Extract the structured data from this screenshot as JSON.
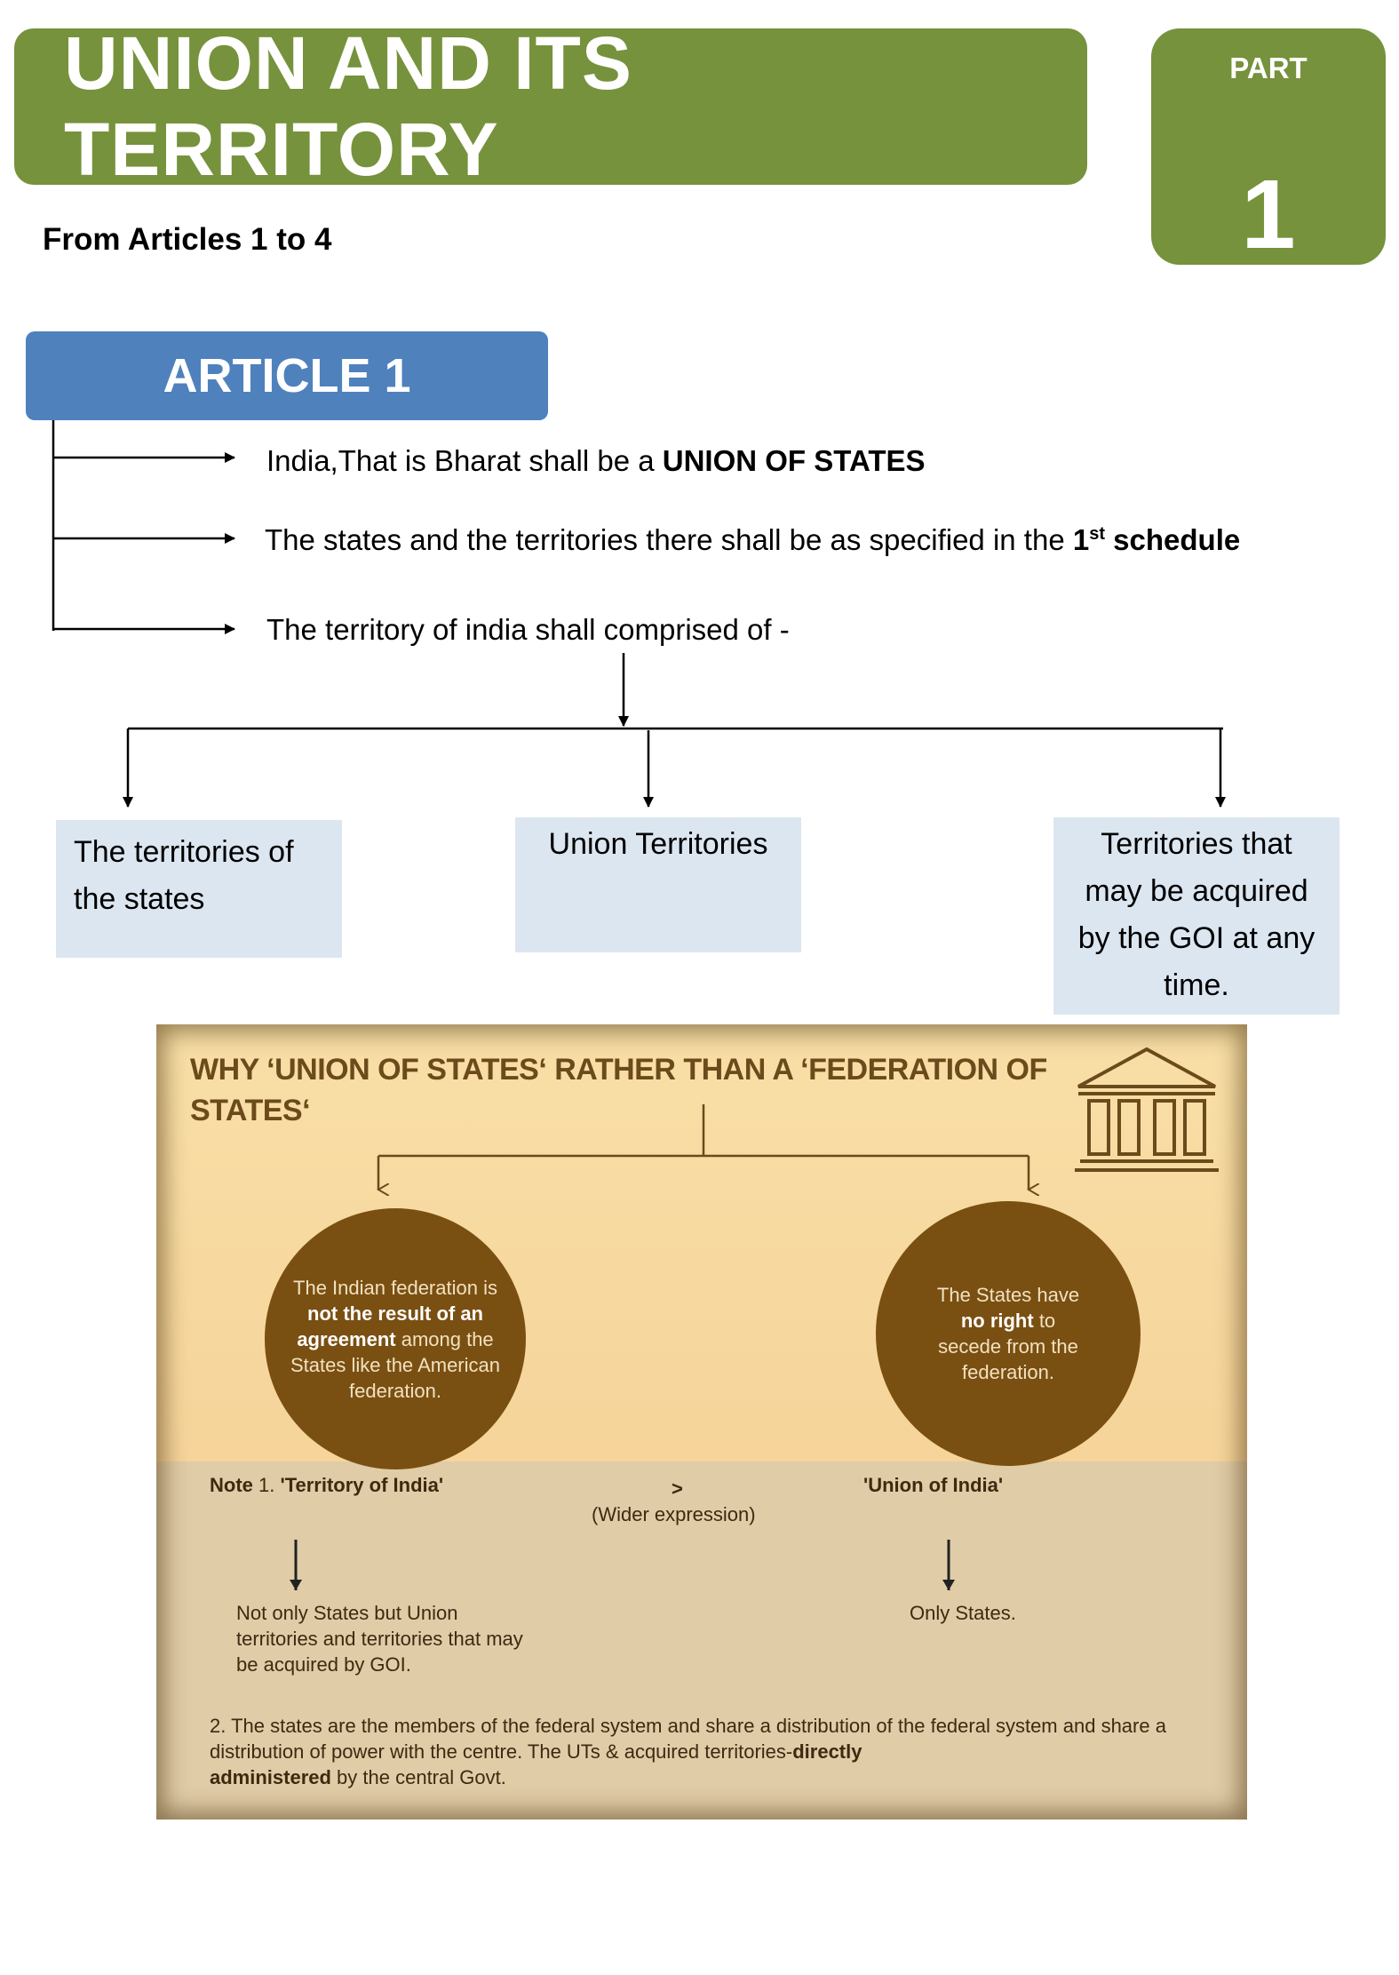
{
  "header": {
    "title": "UNION AND ITS TERRITORY",
    "part_label": "PART",
    "part_number": "1",
    "subtitle": "From Articles 1 to 4"
  },
  "article": {
    "heading": "ARTICLE 1",
    "points": [
      {
        "text": "India,That is Bharat shall be a ",
        "bold": "UNION OF STATES"
      },
      {
        "text": "The states and the territories there shall be as specified in the ",
        "bold_num": "1",
        "sup": "st",
        "bold": " schedule"
      },
      {
        "text": "The territory of india shall comprised of -"
      }
    ],
    "territory_boxes": [
      "The territories of the states",
      "Union Territories",
      "Territories that may be acquired by the GOI at any time."
    ]
  },
  "infographic": {
    "title": "WHY ‘UNION OF STATES‘ RATHER THAN A ‘FEDERATION OF STATES‘",
    "left_circle": {
      "before": "The Indian federation is ",
      "bold": "not the result of an agreement",
      "after": " among the States like the American federation."
    },
    "right_circle": {
      "before": "The States have ",
      "bold": "no right",
      "after": " to secede from the federation."
    },
    "note_label": "Note",
    "note_number": " 1. ",
    "note_left_term": "'Territory of India'",
    "comparison_symbol": ">",
    "comparison_caption": "(Wider expression)",
    "note_right_term": "'Union of India'",
    "left_explanation": "Not only States but Union territories and territories that may be acquired by GOI.",
    "right_explanation": "Only States.",
    "note2_before": "2. The states are the members of the federal system and share a distribution of the federal system and share a distribution of power with the centre. The UTs & acquired territories-",
    "note2_bold_1": "directly",
    "note2_bold_2": "administered",
    "note2_after": " by the central Govt."
  },
  "colors": {
    "banner_green": "#76923c",
    "article_blue": "#4f81bd",
    "box_light_blue": "#dce6f1",
    "circle_brown": "#7a4f12"
  }
}
